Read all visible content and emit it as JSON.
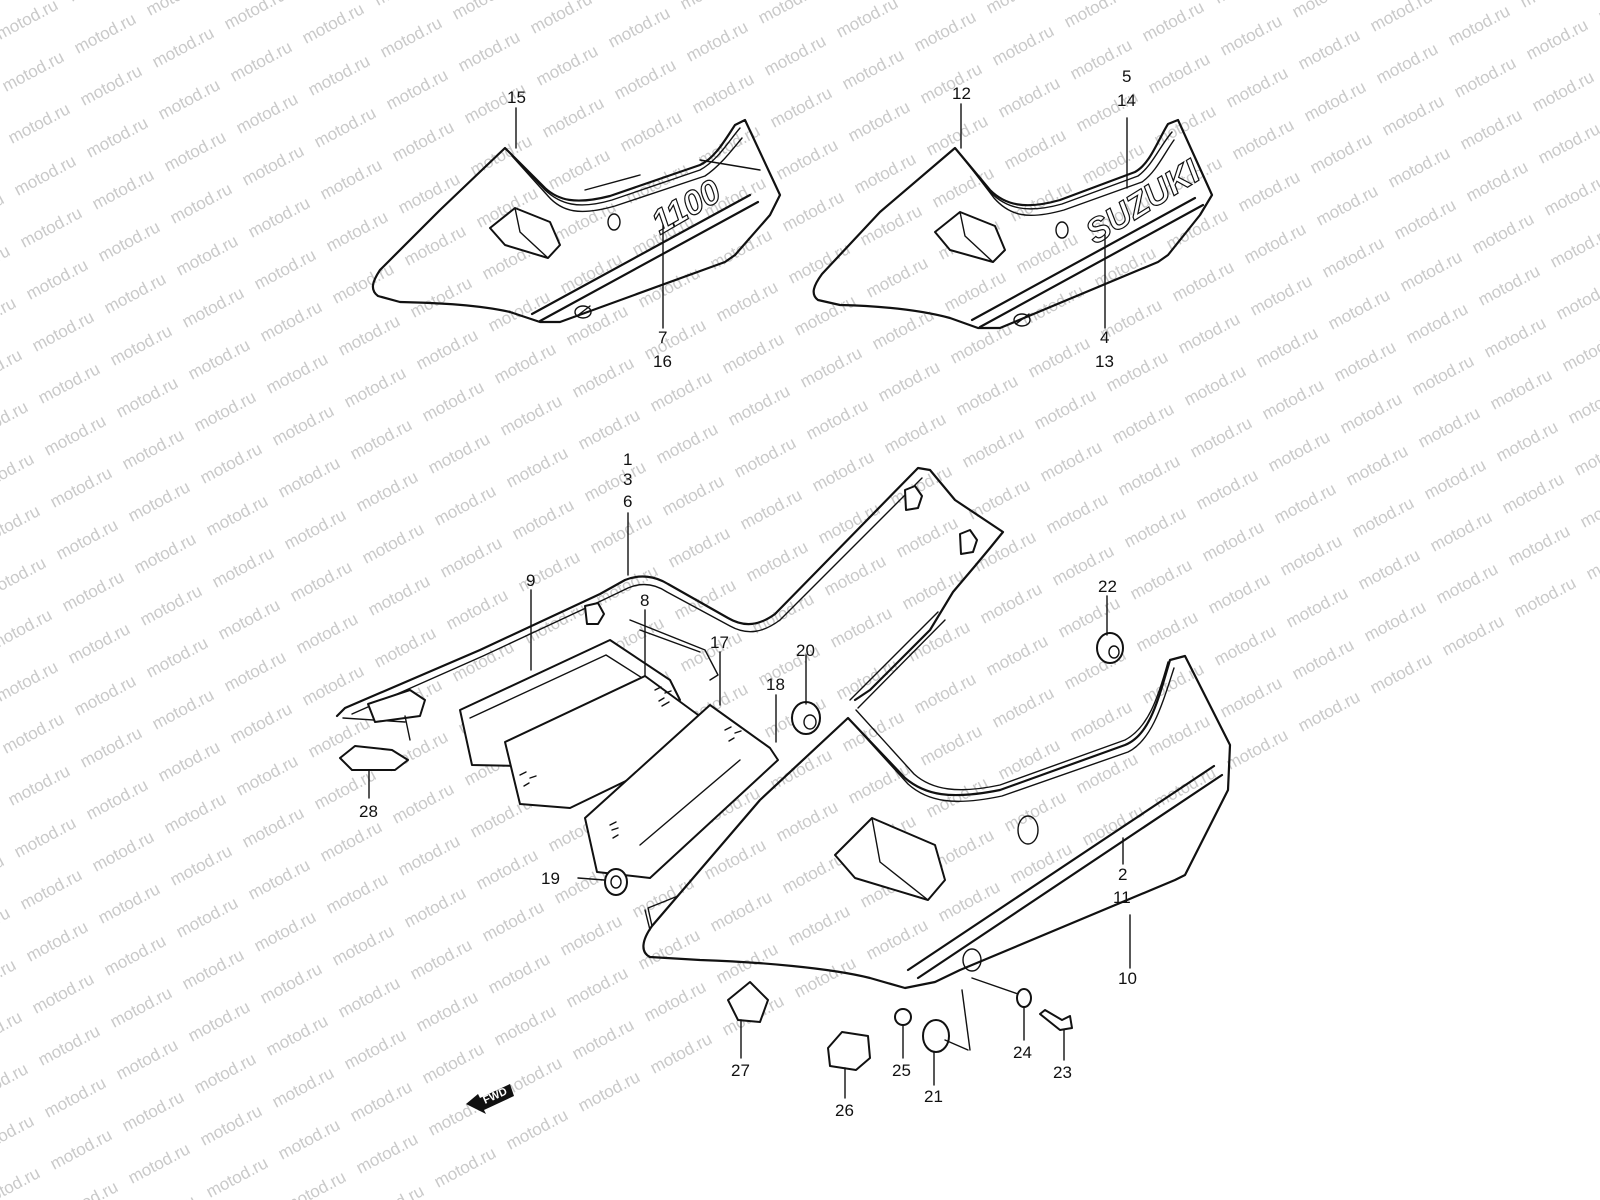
{
  "watermark": "motod.ru",
  "logos": {
    "left_cover": "1100",
    "right_cover": "SUZUKI"
  },
  "direction_marker": "FWD",
  "callouts": {
    "c15": "15",
    "c7": "7",
    "c16": "16",
    "c12": "12",
    "c5": "5",
    "c14": "14",
    "c4": "4",
    "c13": "13",
    "c1": "1",
    "c3": "3",
    "c6": "6",
    "c9": "9",
    "c8": "8",
    "c17": "17",
    "c18": "18",
    "c20": "20",
    "c22": "22",
    "c28": "28",
    "c19": "19",
    "c2": "2",
    "c11": "11",
    "c10": "10",
    "c27": "27",
    "c26": "26",
    "c25": "25",
    "c21": "21",
    "c24": "24",
    "c23": "23"
  }
}
